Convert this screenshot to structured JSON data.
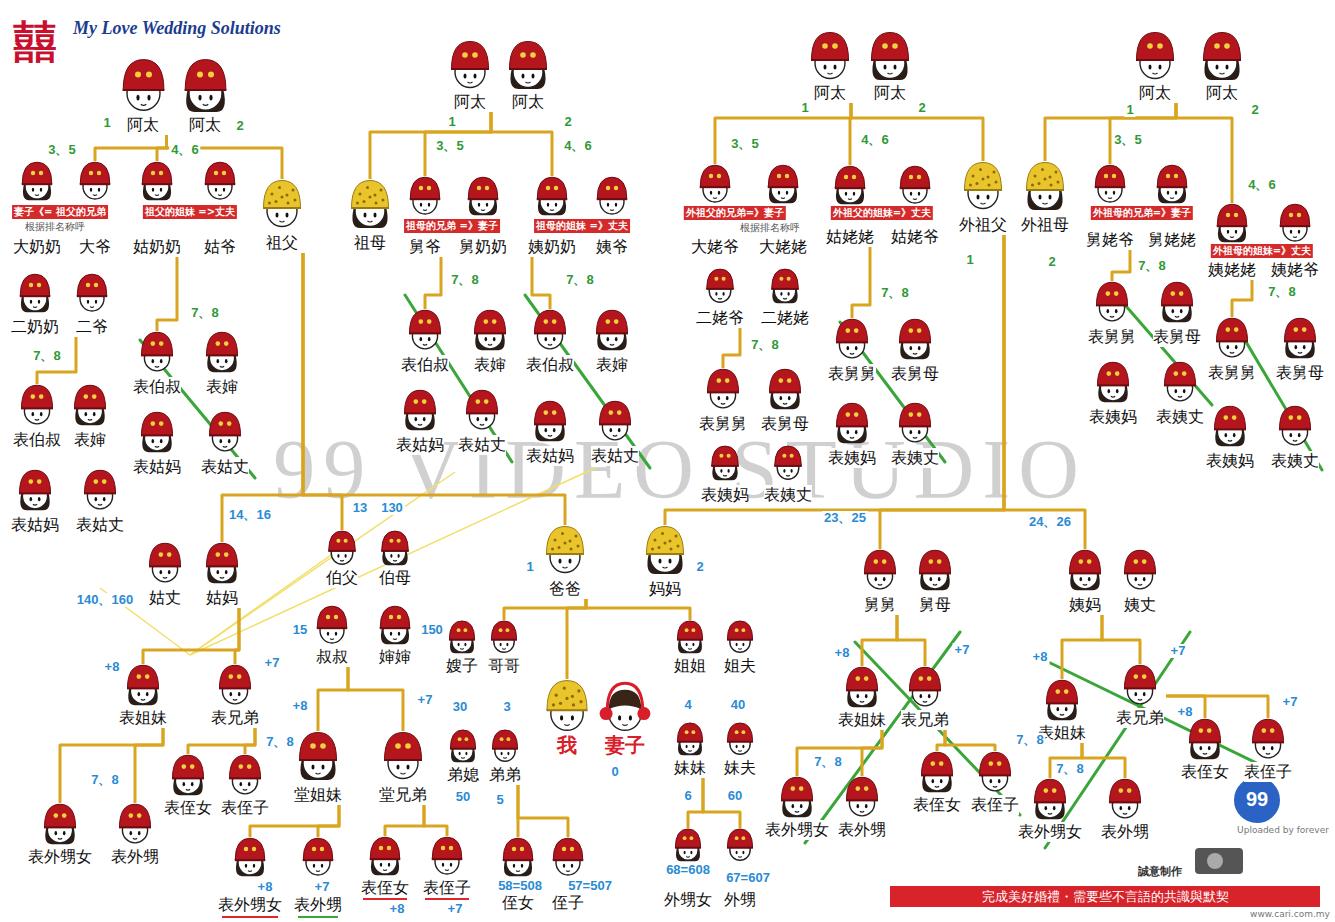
{
  "diagram": {
    "title": "My Love Wedding Solutions",
    "caption": "完成美好婚禮・需要些不言語的共識與默契",
    "nodes": [
      {
        "text": [
          "阿太"
        ]
      },
      {
        "text": [
          "阿太"
        ]
      },
      {
        "text": [
          "大奶奶"
        ]
      },
      {
        "text": [
          "大爷"
        ]
      },
      {
        "text": [
          "二奶奶"
        ]
      },
      {
        "text": [
          "二爷"
        ]
      },
      {
        "text": [
          "表伯叔"
        ]
      },
      {
        "text": [
          "表婶"
        ]
      },
      {
        "text": [
          "表姑妈"
        ]
      },
      {
        "text": [
          "表姑丈"
        ]
      },
      {
        "text": [
          "姑奶奶"
        ]
      },
      {
        "text": [
          "姑爷"
        ]
      },
      {
        "text": [
          "表伯叔"
        ]
      },
      {
        "text": [
          "表婶"
        ]
      },
      {
        "text": [
          "表姑妈"
        ]
      },
      {
        "text": [
          "表姑丈"
        ]
      },
      {
        "text": [
          "祖父"
        ]
      },
      {
        "text": [
          "阿太"
        ]
      },
      {
        "text": [
          "阿太"
        ]
      },
      {
        "text": [
          "祖母"
        ]
      },
      {
        "text": [
          "舅爷"
        ]
      },
      {
        "text": [
          "舅奶奶"
        ]
      },
      {
        "text": [
          "表伯叔"
        ]
      },
      {
        "text": [
          "表婶"
        ]
      },
      {
        "text": [
          "表姑妈"
        ]
      },
      {
        "text": [
          "表姑丈"
        ]
      },
      {
        "text": [
          "姨奶奶"
        ]
      },
      {
        "text": [
          "姨爷"
        ]
      },
      {
        "text": [
          "表伯叔"
        ]
      },
      {
        "text": [
          "表婶"
        ]
      },
      {
        "text": [
          "表姑妈"
        ]
      },
      {
        "text": [
          "表姑丈"
        ]
      },
      {
        "text": [
          "阿太"
        ]
      },
      {
        "text": [
          "阿太"
        ]
      },
      {
        "text": [
          "大姥爷"
        ]
      },
      {
        "text": [
          "大姥姥"
        ]
      },
      {
        "text": [
          "二姥爷"
        ]
      },
      {
        "text": [
          "二姥姥"
        ]
      },
      {
        "text": [
          "表舅舅"
        ]
      },
      {
        "text": [
          "表舅母"
        ]
      },
      {
        "text": [
          "表姨妈"
        ]
      },
      {
        "text": [
          "表姨丈"
        ]
      },
      {
        "text": [
          "姑姥姥"
        ]
      },
      {
        "text": [
          "姑姥爷"
        ]
      },
      {
        "text": [
          "表舅舅"
        ]
      },
      {
        "text": [
          "表舅母"
        ]
      },
      {
        "text": [
          "表姨妈"
        ]
      },
      {
        "text": [
          "表姨丈"
        ]
      },
      {
        "text": [
          "外祖父"
        ]
      },
      {
        "text": [
          "外祖母"
        ]
      },
      {
        "text": [
          "阿太"
        ]
      },
      {
        "text": [
          "阿太"
        ]
      },
      {
        "text": [
          "舅姥爷"
        ]
      },
      {
        "text": [
          "舅姥姥"
        ]
      },
      {
        "text": [
          "表舅舅"
        ]
      },
      {
        "text": [
          "表舅母"
        ]
      },
      {
        "text": [
          "表姨妈"
        ]
      },
      {
        "text": [
          "表姨丈"
        ]
      },
      {
        "text": [
          "姨姥姥"
        ]
      },
      {
        "text": [
          "姨姥爷"
        ]
      },
      {
        "text": [
          "表舅舅"
        ]
      },
      {
        "text": [
          "表舅母"
        ]
      },
      {
        "text": [
          "表姨妈"
        ]
      },
      {
        "text": [
          "表姨丈"
        ]
      },
      {
        "text": [
          "姑丈"
        ]
      },
      {
        "text": [
          "姑妈"
        ]
      },
      {
        "text": [
          "伯父"
        ]
      },
      {
        "text": [
          "伯母"
        ]
      },
      {
        "text": [
          "叔叔"
        ]
      },
      {
        "text": [
          "婶婶"
        ]
      },
      {
        "text": [
          "爸爸"
        ]
      },
      {
        "text": [
          "妈妈"
        ]
      },
      {
        "text": [
          "嫂子"
        ]
      },
      {
        "text": [
          "哥哥"
        ]
      },
      {
        "text": [
          "弟媳"
        ]
      },
      {
        "text": [
          "弟弟"
        ]
      },
      {
        "text": [
          "侄女"
        ]
      },
      {
        "text": [
          "侄子"
        ]
      },
      {
        "text": [
          "我"
        ]
      },
      {
        "text": [
          "妻子"
        ]
      },
      {
        "text": [
          "姐姐"
        ]
      },
      {
        "text": [
          "姐夫"
        ]
      },
      {
        "text": [
          "妹妹"
        ]
      },
      {
        "text": [
          "妹夫"
        ]
      },
      {
        "text": [
          "外甥女"
        ]
      },
      {
        "text": [
          "外甥"
        ]
      },
      {
        "text": [
          "舅舅"
        ]
      },
      {
        "text": [
          "舅母"
        ]
      },
      {
        "text": [
          "姨妈"
        ]
      },
      {
        "text": [
          "姨丈"
        ]
      },
      {
        "text": [
          "表姐妹"
        ]
      },
      {
        "text": [
          "表兄弟"
        ]
      },
      {
        "text": [
          "表外甥女"
        ]
      },
      {
        "text": [
          "表外甥"
        ]
      },
      {
        "text": [
          "表侄女"
        ]
      },
      {
        "text": [
          "表侄子"
        ]
      },
      {
        "text": [
          "堂姐妹"
        ]
      },
      {
        "text": [
          "堂兄弟"
        ]
      },
      {
        "text": [
          "表外甥女"
        ]
      },
      {
        "text": [
          "表外甥"
        ]
      },
      {
        "text": [
          "表侄女"
        ]
      },
      {
        "text": [
          "表侄子"
        ]
      },
      {
        "text": [
          "表姐妹"
        ]
      },
      {
        "text": [
          "表兄弟"
        ]
      },
      {
        "text": [
          "表外甥女"
        ]
      },
      {
        "text": [
          "表外甥"
        ]
      },
      {
        "text": [
          "表侄女"
        ]
      },
      {
        "text": [
          "表侄子"
        ]
      },
      {
        "text": [
          "表姐妹"
        ]
      },
      {
        "text": [
          "表兄弟"
        ]
      },
      {
        "text": [
          "表外甥女"
        ]
      },
      {
        "text": [
          "表外甥"
        ]
      },
      {
        "text": [
          "表侄女"
        ]
      },
      {
        "text": [
          "表侄子"
        ]
      }
    ],
    "edges": [
      {
        "from": 0,
        "to": 3,
        "arrow": "none"
      },
      {
        "from": 0,
        "to": 10,
        "arrow": "none"
      },
      {
        "from": 0,
        "to": 16,
        "arrow": "none"
      },
      {
        "from": 17,
        "to": 19,
        "arrow": "none"
      },
      {
        "from": 17,
        "to": 20,
        "arrow": "none"
      },
      {
        "from": 17,
        "to": 26,
        "arrow": "none"
      },
      {
        "from": 32,
        "to": 34,
        "arrow": "none"
      },
      {
        "from": 32,
        "to": 42,
        "arrow": "none"
      },
      {
        "from": 32,
        "to": 48,
        "arrow": "none"
      },
      {
        "from": 50,
        "to": 52,
        "arrow": "none"
      },
      {
        "from": 50,
        "to": 58,
        "arrow": "none"
      },
      {
        "from": 50,
        "to": 49,
        "arrow": "none"
      },
      {
        "from": 5,
        "to": 6,
        "arrow": "none"
      },
      {
        "from": 10,
        "to": 12,
        "arrow": "none"
      },
      {
        "from": 20,
        "to": 22,
        "arrow": "none"
      },
      {
        "from": 26,
        "to": 28,
        "arrow": "none"
      },
      {
        "from": 36,
        "to": 38,
        "arrow": "none"
      },
      {
        "from": 42,
        "to": 44,
        "arrow": "none"
      },
      {
        "from": 52,
        "to": 54,
        "arrow": "none"
      },
      {
        "from": 58,
        "to": 60,
        "arrow": "none"
      },
      {
        "from": 16,
        "to": 65,
        "arrow": "none"
      },
      {
        "from": 16,
        "to": 66,
        "arrow": "none"
      },
      {
        "from": 16,
        "to": 70,
        "arrow": "none"
      },
      {
        "from": 48,
        "to": 71,
        "arrow": "none"
      },
      {
        "from": 48,
        "to": 86,
        "arrow": "none"
      },
      {
        "from": 48,
        "to": 88,
        "arrow": "none"
      },
      {
        "from": 70,
        "to": 73,
        "arrow": "none"
      },
      {
        "from": 70,
        "to": 78,
        "arrow": "none"
      },
      {
        "from": 70,
        "to": 80,
        "arrow": "none"
      },
      {
        "from": 65,
        "to": 90,
        "arrow": "none"
      },
      {
        "from": 65,
        "to": 91,
        "arrow": "none"
      },
      {
        "from": 68,
        "to": 96,
        "arrow": "none"
      },
      {
        "from": 68,
        "to": 97,
        "arrow": "none"
      },
      {
        "from": 90,
        "to": 92,
        "arrow": "none"
      },
      {
        "from": 90,
        "to": 93,
        "arrow": "none"
      },
      {
        "from": 91,
        "to": 94,
        "arrow": "none"
      },
      {
        "from": 91,
        "to": 95,
        "arrow": "none"
      },
      {
        "from": 75,
        "to": 76,
        "arrow": "none"
      },
      {
        "from": 75,
        "to": 77,
        "arrow": "none"
      },
      {
        "from": 82,
        "to": 84,
        "arrow": "none"
      },
      {
        "from": 82,
        "to": 85,
        "arrow": "none"
      },
      {
        "from": 96,
        "to": 98,
        "arrow": "none"
      },
      {
        "from": 96,
        "to": 99,
        "arrow": "none"
      },
      {
        "from": 97,
        "to": 100,
        "arrow": "none"
      },
      {
        "from": 97,
        "to": 101,
        "arrow": "none"
      },
      {
        "from": 86,
        "to": 102,
        "arrow": "none"
      },
      {
        "from": 86,
        "to": 103,
        "arrow": "none"
      },
      {
        "from": 102,
        "to": 104,
        "arrow": "none"
      },
      {
        "from": 102,
        "to": 105,
        "arrow": "none"
      },
      {
        "from": 103,
        "to": 106,
        "arrow": "none"
      },
      {
        "from": 103,
        "to": 107,
        "arrow": "none"
      },
      {
        "from": 88,
        "to": 108,
        "arrow": "none"
      },
      {
        "from": 88,
        "to": 109,
        "arrow": "none"
      },
      {
        "from": 108,
        "to": 110,
        "arrow": "none"
      },
      {
        "from": 108,
        "to": 111,
        "arrow": "none"
      },
      {
        "from": 109,
        "to": 112,
        "arrow": "none"
      },
      {
        "from": 109,
        "to": 113,
        "arrow": "none"
      }
    ],
    "labels": [
      "囍",
      "1",
      "2",
      "3、5",
      "4、6",
      "妻子《= 祖父的兄弟",
      "根据排名称呼",
      "祖父的姐妹 =>丈夫",
      "7、8",
      "7、8",
      "1",
      "2",
      "3、5",
      "4、6",
      "祖母的兄弟 =》妻子",
      "祖母的姐妹 =》丈夫",
      "7、8",
      "7、8",
      "1",
      "2",
      "3、5",
      "4、6",
      "外祖父的兄弟=》妻子",
      "根据排名称呼",
      "外祖父的姐妹=》丈夫",
      "7、8",
      "7、8",
      "1",
      "2",
      "1",
      "2",
      "3、5",
      "4、6",
      "外祖母的兄弟=》妻子",
      "外祖母的姐妹=》丈夫",
      "7、8",
      "7、8",
      "14、16",
      "140、160",
      "13",
      "130",
      "15",
      "150",
      "1",
      "2",
      "+8",
      "+7",
      "7、8",
      "7、8",
      "+8",
      "+7",
      "+8",
      "+7",
      "+8",
      "+7",
      "30",
      "3",
      "50",
      "5",
      "58=508",
      "57=507",
      "0",
      "4",
      "40",
      "6",
      "60",
      "68=608",
      "67=607",
      "23、25",
      "24、26",
      "+8",
      "+7",
      "7、8",
      "7、8",
      "+8",
      "+7",
      "7、8",
      "+8",
      "+7",
      "99 VIDEO STUDIO",
      "99",
      "Uploaded by forever",
      "誠意制作",
      "www.cari.com.my"
    ]
  }
}
